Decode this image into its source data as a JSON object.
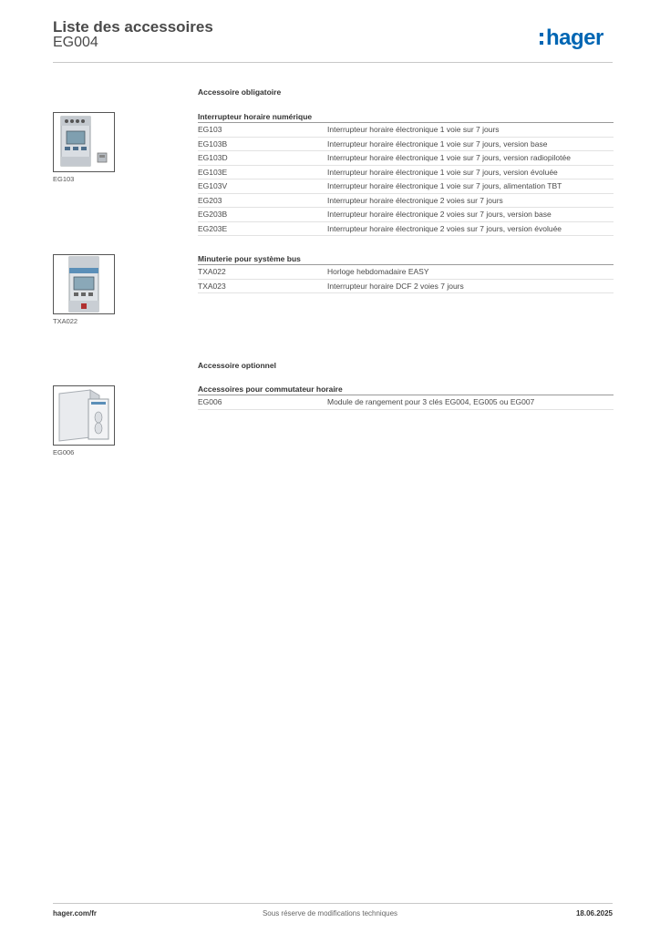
{
  "header": {
    "title": "Liste des accessoires",
    "product": "EG004",
    "logo_text": "hager",
    "brand_color": "#0066b3"
  },
  "sections": [
    {
      "heading": "Accessoire obligatoire",
      "groups": [
        {
          "title": "Interrupteur horaire numérique",
          "image_caption": "EG103",
          "rows": [
            {
              "ref": "EG103",
              "desc": "Interrupteur horaire électronique 1 voie sur 7 jours"
            },
            {
              "ref": "EG103B",
              "desc": "Interrupteur horaire électronique 1 voie sur 7 jours, version base"
            },
            {
              "ref": "EG103D",
              "desc": "Interrupteur horaire électronique 1 voie sur 7 jours, version radiopilotée"
            },
            {
              "ref": "EG103E",
              "desc": "Interrupteur horaire électronique 1 voie sur 7 jours, version évoluée"
            },
            {
              "ref": "EG103V",
              "desc": "Interrupteur horaire électronique 1 voie sur 7 jours, alimentation TBT"
            },
            {
              "ref": "EG203",
              "desc": "Interrupteur horaire électronique 2 voies sur 7 jours"
            },
            {
              "ref": "EG203B",
              "desc": "Interrupteur horaire électronique 2 voies sur 7 jours, version base"
            },
            {
              "ref": "EG203E",
              "desc": "Interrupteur horaire électronique 2 voies sur 7 jours, version évoluée"
            }
          ]
        },
        {
          "title": "Minuterie pour système bus",
          "image_caption": "TXA022",
          "rows": [
            {
              "ref": "TXA022",
              "desc": "Horloge hebdomadaire EASY"
            },
            {
              "ref": "TXA023",
              "desc": "Interrupteur horaire DCF 2 voies 7 jours"
            }
          ]
        }
      ]
    },
    {
      "heading": "Accessoire optionnel",
      "groups": [
        {
          "title": "Accessoires pour commutateur horaire",
          "image_caption": "EG006",
          "rows": [
            {
              "ref": "EG006",
              "desc": "Module de rangement pour 3 clés EG004, EG005 ou EG007"
            }
          ]
        }
      ]
    }
  ],
  "footer": {
    "website": "hager.com/fr",
    "notice": "Sous réserve de modifications techniques",
    "date": "18.06.2025"
  }
}
